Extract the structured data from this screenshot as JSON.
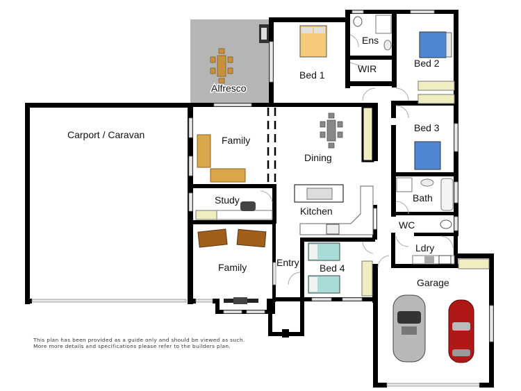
{
  "plan": {
    "rooms": [
      {
        "id": "alfresco",
        "label": "Alfresco"
      },
      {
        "id": "bed1",
        "label": "Bed 1"
      },
      {
        "id": "ens",
        "label": "Ens"
      },
      {
        "id": "wir",
        "label": "WIR"
      },
      {
        "id": "bed2",
        "label": "Bed 2"
      },
      {
        "id": "carport",
        "label": "Carport / Caravan"
      },
      {
        "id": "family1",
        "label": "Family"
      },
      {
        "id": "dining",
        "label": "Dining"
      },
      {
        "id": "bed3",
        "label": "Bed 3"
      },
      {
        "id": "study",
        "label": "Study"
      },
      {
        "id": "kitchen",
        "label": "Kitchen"
      },
      {
        "id": "bath",
        "label": "Bath"
      },
      {
        "id": "wc",
        "label": "WC"
      },
      {
        "id": "family2",
        "label": "Family"
      },
      {
        "id": "entry",
        "label": "Entry"
      },
      {
        "id": "bed4",
        "label": "Bed 4"
      },
      {
        "id": "ldry",
        "label": "Ldry"
      },
      {
        "id": "garage",
        "label": "Garage"
      }
    ],
    "colors": {
      "wall": "#000000",
      "alfresco_floor": "#b4b4b4",
      "bed_queen": "#f5c97a",
      "bed_blue": "#4f86d0",
      "bed_single": "#a8dcd8",
      "robe": "#f0eec0",
      "sofa_tan": "#d9a64a",
      "sofa_brown": "#a0601c",
      "car_silver": "#b8b8b8",
      "car_red": "#b01818"
    }
  },
  "disclaimer": "This plan has been provided as a guide only and should be viewed as such. More more details and specifications please refer to the builders plan."
}
